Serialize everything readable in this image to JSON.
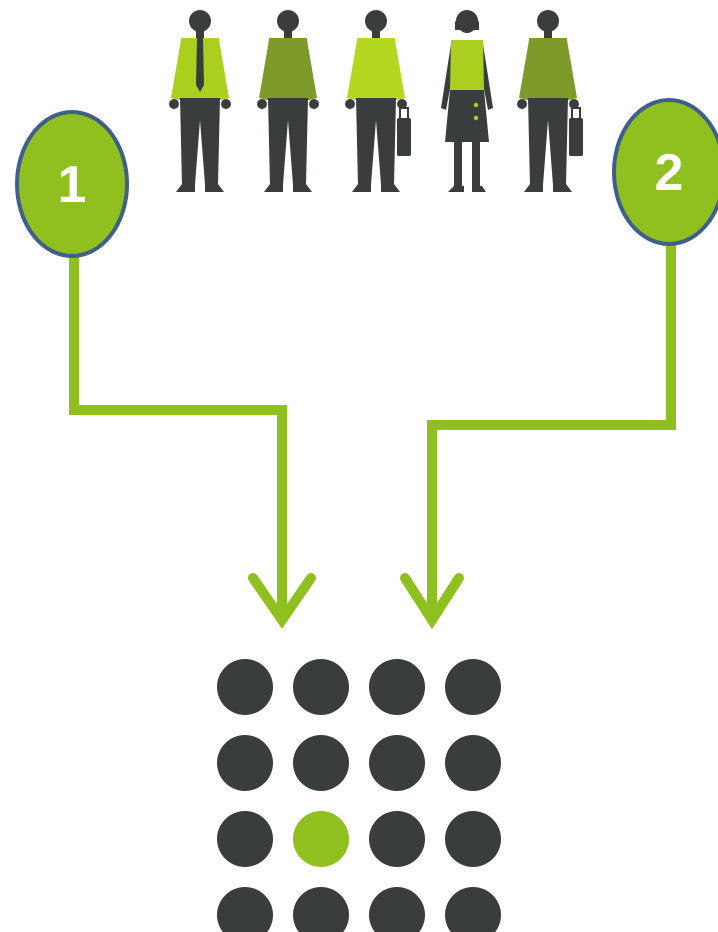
{
  "colors": {
    "accent_green": "#8fc01f",
    "accent_green_light": "#aacf1e",
    "olive": "#7e9a2a",
    "dark": "#3a3d3e",
    "circle_border": "#3e5f8a",
    "dot_highlight": "#8fc01f"
  },
  "people": [
    {
      "name": "man-with-tie",
      "shirt": "#aacf1e"
    },
    {
      "name": "man-olive-sweater",
      "shirt": "#7e9a2a"
    },
    {
      "name": "man-green-shirt-briefcase",
      "shirt": "#b4d81f"
    },
    {
      "name": "woman-dress",
      "shirt": "#aacf1e"
    },
    {
      "name": "man-olive-shirt-briefcase",
      "shirt": "#7e9a2a"
    }
  ],
  "steps": [
    {
      "label": "1"
    },
    {
      "label": "2"
    }
  ],
  "grid": {
    "rows": 4,
    "cols": 4,
    "highlighted": [
      2,
      1
    ]
  }
}
